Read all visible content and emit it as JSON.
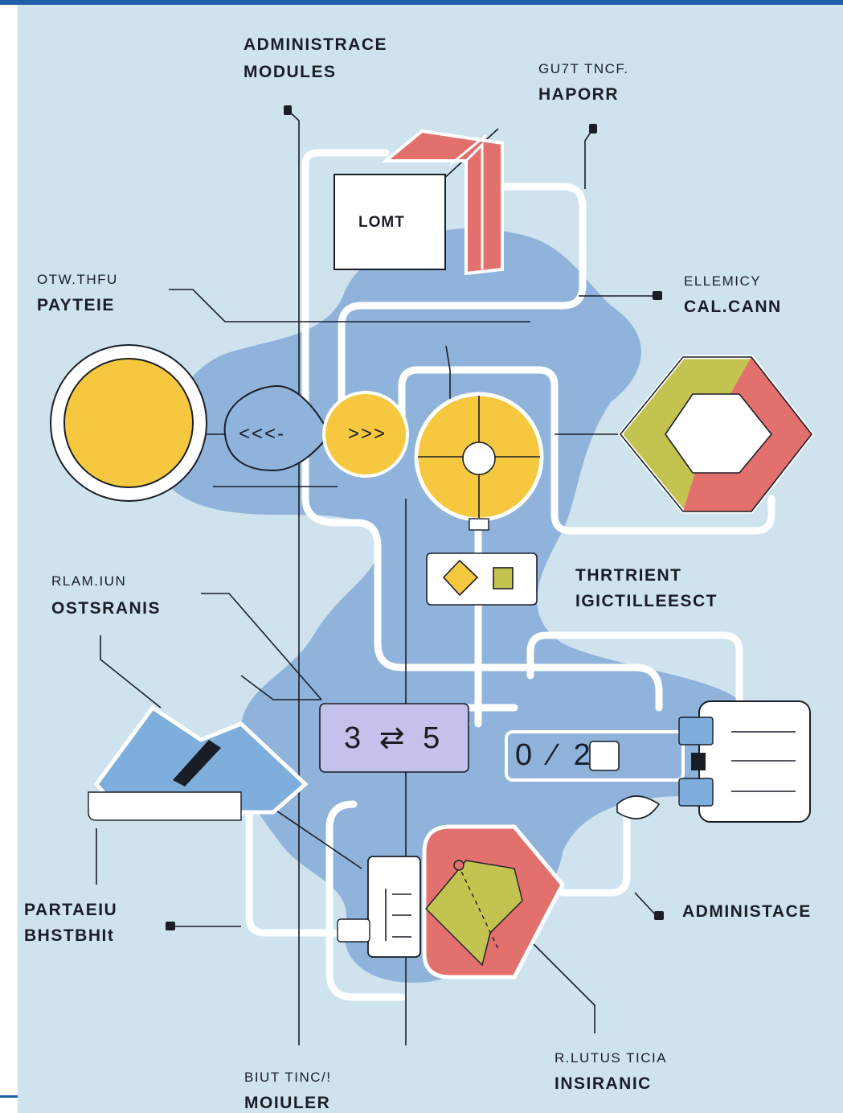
{
  "labels": {
    "administrace_modules": {
      "line1": "ADMINISTRACE",
      "line2": "MODULES"
    },
    "hapor": {
      "small": "GU7T TNCF.",
      "big": "HAPORR"
    },
    "paytele": {
      "small": "OTW.THFU",
      "big": "PAYTEIE"
    },
    "calcann": {
      "small": "ELLEMICY",
      "big": "CAL.CANN"
    },
    "ostsranis": {
      "small": "RLAM.IUN",
      "big": "OSTSRANIS"
    },
    "thrtrient": {
      "line1": "THRTRIENT",
      "line2": "IGICTILLEESCT"
    },
    "partaeiu": {
      "line1": "PARTAEIU",
      "line2": "BHSTBHIt"
    },
    "administace": {
      "big": "ADMINISTACE"
    },
    "insiranic": {
      "small": "R.LUTUS TICIA",
      "big": "INSIRANIC"
    },
    "moiuler": {
      "small": "BIUT TINC/!",
      "big": "MOIULER"
    }
  },
  "nodes": {
    "lomt_box": "LOMT",
    "left_arrows": "<<<-",
    "right_arrows": ">>>",
    "lavender_symbol": "3 ⇄ 5",
    "counter_display": "0 ⁄ 2"
  },
  "colors": {
    "background": "#cfe3ee",
    "blob": "#8fb3da",
    "yellow": "#f6c83f",
    "red": "#e2706d",
    "olive": "#c3c350",
    "lavender": "#c4c2ea",
    "blue_tab": "#7eaedc",
    "line": "#ffffff",
    "ink": "#1a1d26",
    "accent_bar": "#1f5fa8"
  },
  "icons": [
    "diamond-icon",
    "square-icon",
    "pin-icon"
  ]
}
